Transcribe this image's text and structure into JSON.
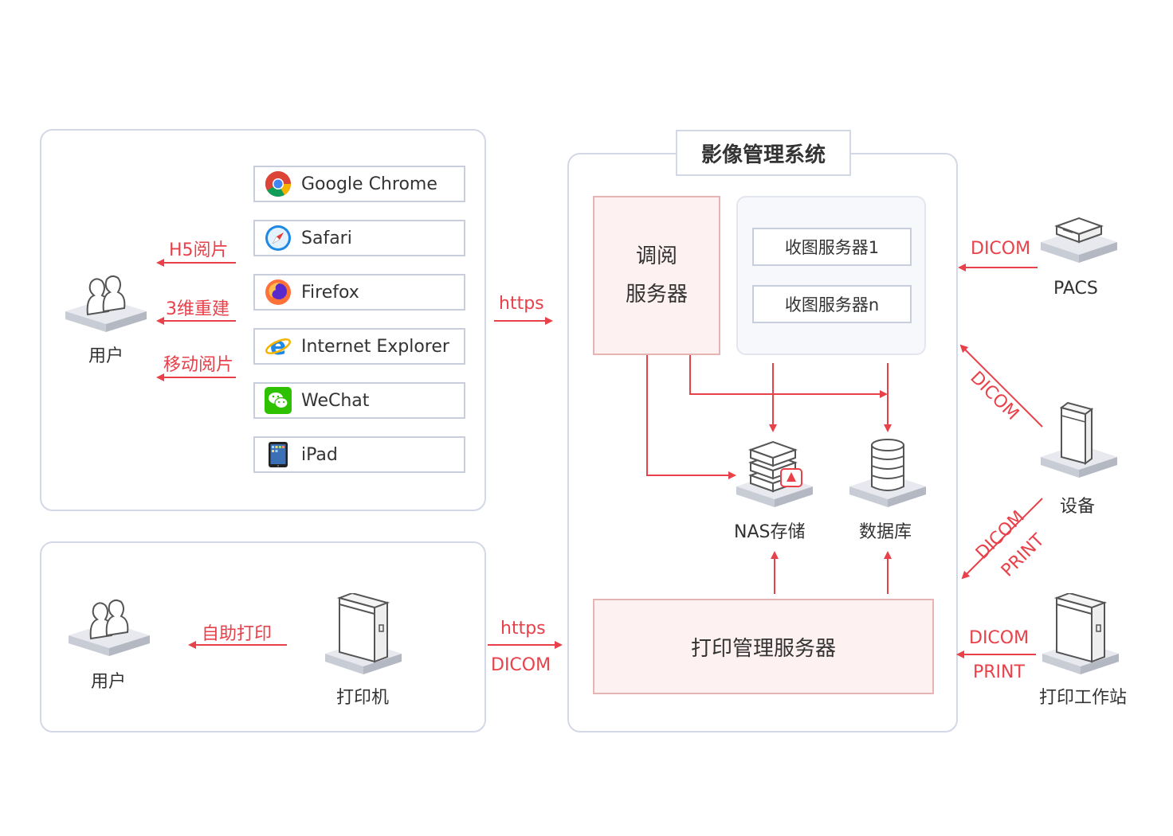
{
  "browsers": [
    {
      "label": "Google Chrome",
      "icon": "chrome-icon"
    },
    {
      "label": "Safari",
      "icon": "safari-icon"
    },
    {
      "label": "Firefox",
      "icon": "firefox-icon"
    },
    {
      "label": "Internet Explorer",
      "icon": "ie-icon"
    },
    {
      "label": "WeChat",
      "icon": "wechat-icon"
    },
    {
      "label": "iPad",
      "icon": "ipad-icon"
    }
  ],
  "top_panel": {
    "user_label": "用户",
    "arrows": [
      "H5阅片",
      "3维重建",
      "移动阅片"
    ]
  },
  "bottom_panel": {
    "user_label": "用户",
    "arrow_label": "自助打印",
    "printer_label": "打印机"
  },
  "links": {
    "https_top": "https",
    "https_bottom": "https",
    "dicom_bottom": "DICOM"
  },
  "system": {
    "title": "影像管理系统",
    "viewer_line1": "调阅",
    "viewer_line2": "服务器",
    "receive1": "收图服务器1",
    "receiven": "收图服务器n",
    "nas": "NAS存储",
    "db": "数据库",
    "print_server": "打印管理服务器"
  },
  "externals": {
    "pacs": "PACS",
    "device": "设备",
    "workstation": "打印工作站",
    "dicom_pacs": "DICOM",
    "dicom_device": "DICOM",
    "dicom_print_a": "DICOM",
    "print_a": "PRINT",
    "dicom_ws": "DICOM",
    "print_ws": "PRINT"
  },
  "colors": {
    "accent": "#e8414a",
    "border": "#d3d8e6",
    "pink_fill": "#fdf1f1",
    "pink_border": "#e7b4b4"
  }
}
